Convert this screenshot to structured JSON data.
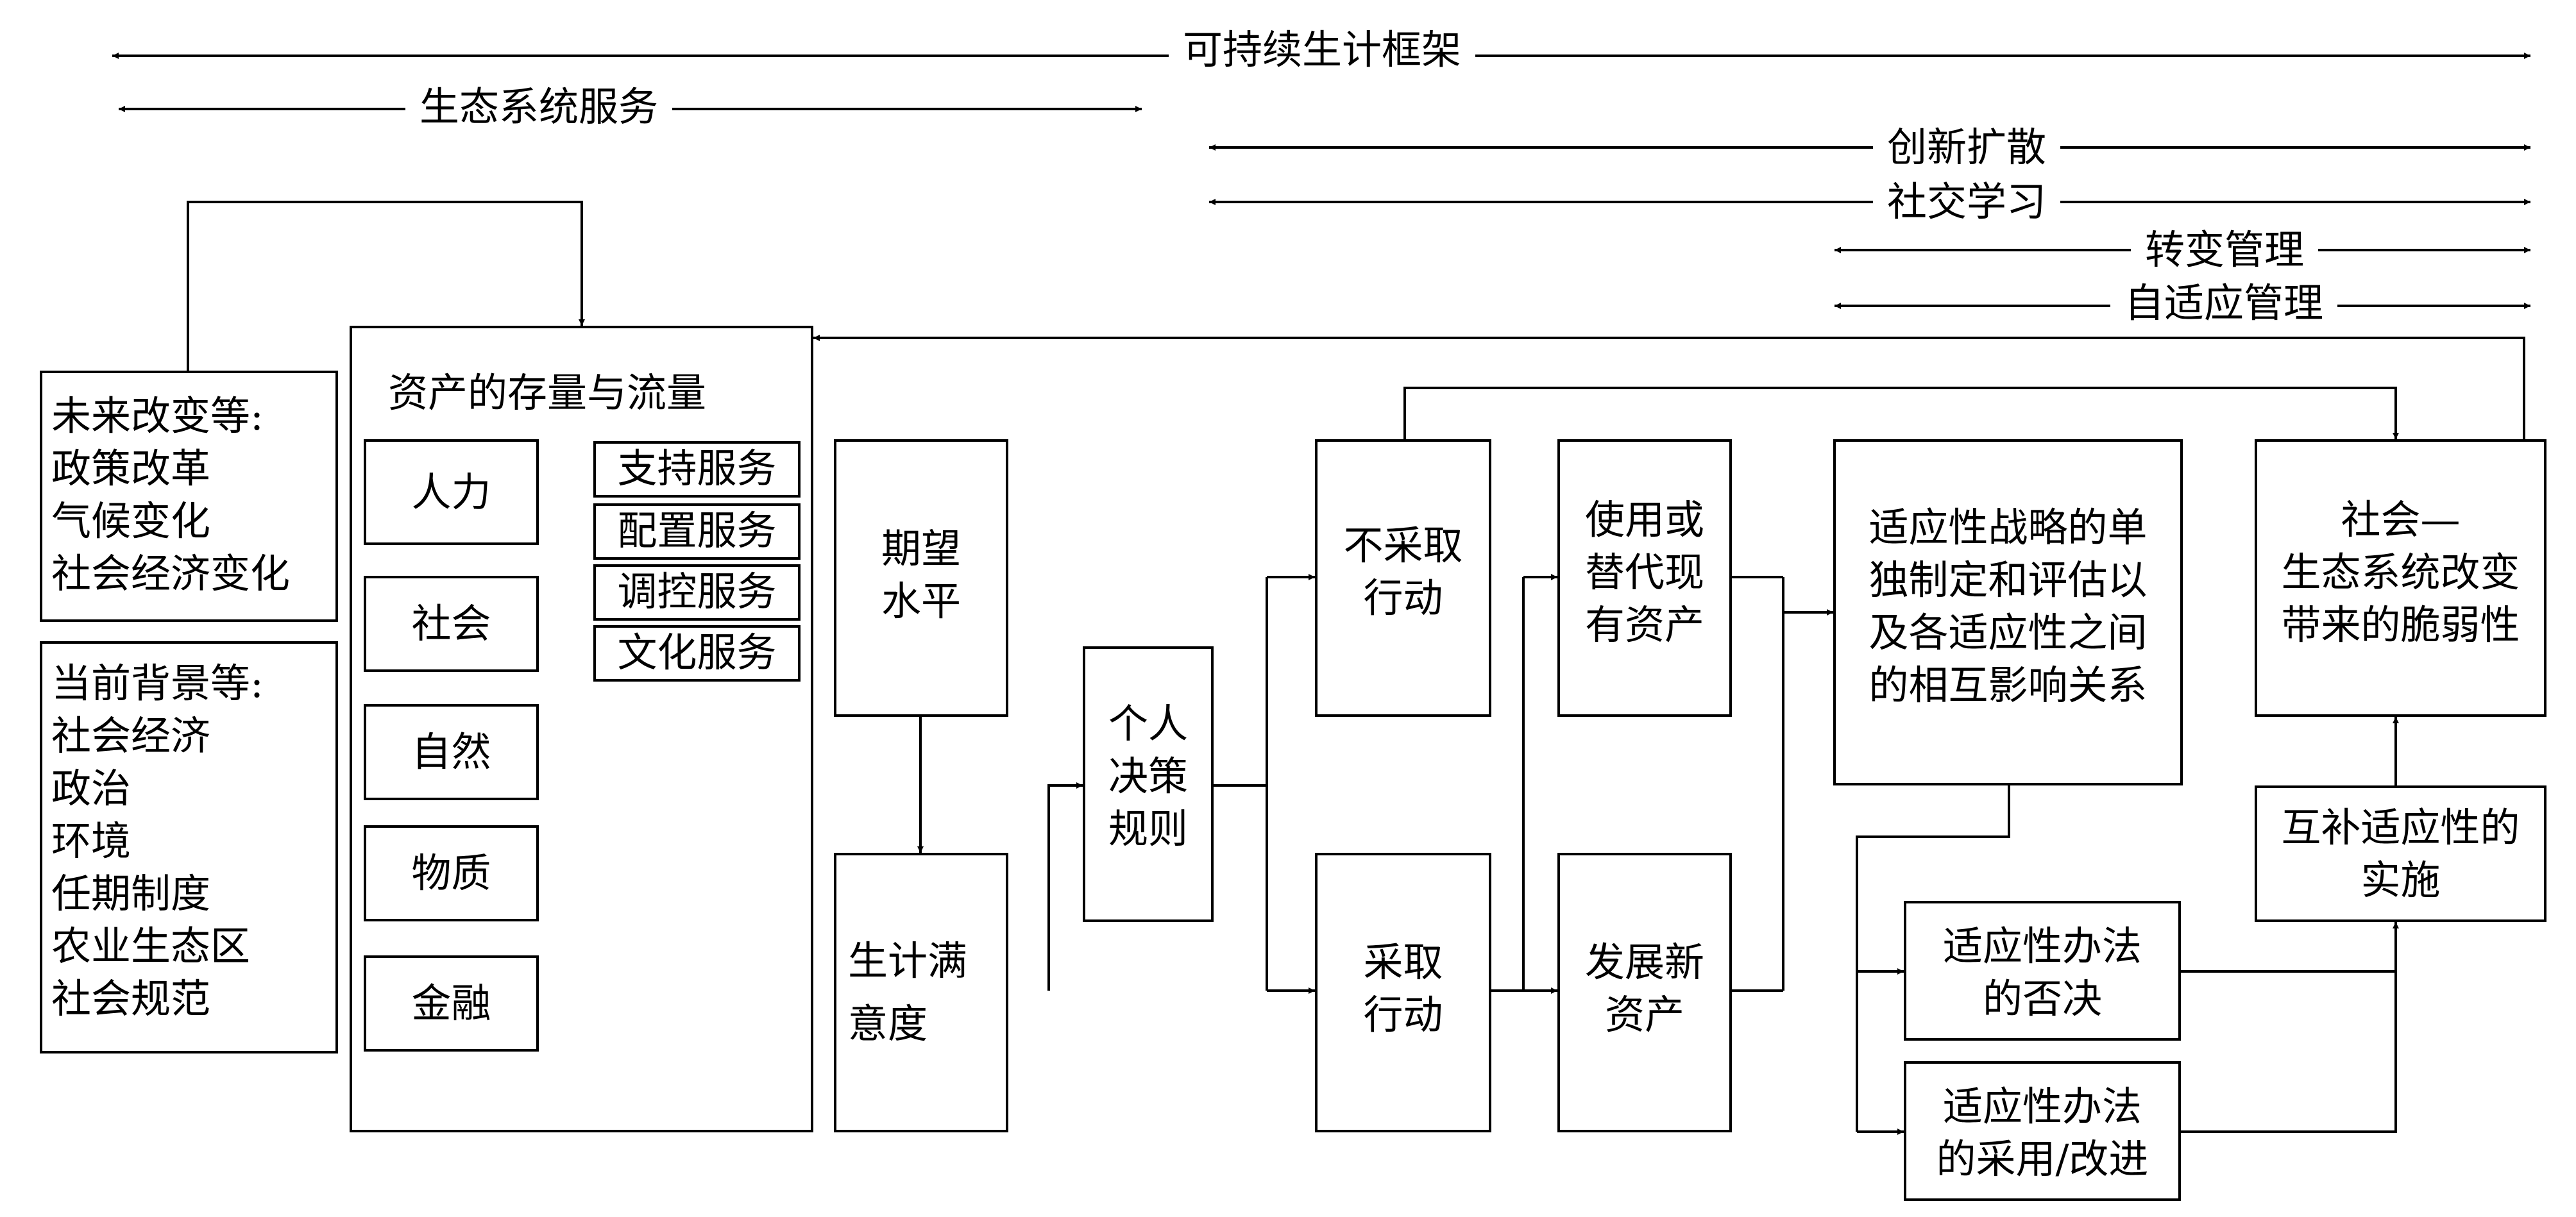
{
  "top_spans": {
    "framework": "可持续生计框架",
    "ecosystem": "生态系统服务",
    "diffusion": "创新扩散",
    "social_learning": "社交学习",
    "transformational": "转变管理",
    "adaptive": "自适应管理"
  },
  "future": {
    "title": "未来改变等:",
    "items": [
      "政策改革",
      "气候变化",
      "社会经济变化"
    ]
  },
  "current": {
    "title": "当前背景等:",
    "items": [
      "社会经济",
      "政治",
      "环境",
      "任期制度",
      "农业生态区",
      "社会规范"
    ]
  },
  "assets": {
    "title": "资产的存量与流量",
    "capitals": [
      "人力",
      "社会",
      "自然",
      "物质",
      "金融"
    ],
    "services": [
      "支持服务",
      "配置服务",
      "调控服务",
      "文化服务"
    ]
  },
  "aspiration": [
    "期望",
    "水平"
  ],
  "satisfaction": [
    "生计满",
    "意度"
  ],
  "decision": [
    "个人",
    "决策",
    "规则"
  ],
  "no_action": [
    "不采取",
    "行动"
  ],
  "action": [
    "采取",
    "行动"
  ],
  "use_assets": [
    "使用或",
    "替代现",
    "有资产"
  ],
  "new_assets": [
    "发展新",
    "资产"
  ],
  "strategy": [
    "适应性战略的单",
    "独制定和评估以",
    "及各适应性之间",
    "的相互影响关系"
  ],
  "reject": [
    "适应性办法",
    "的否决"
  ],
  "adopt": [
    "适应性办法",
    "的采用/改进"
  ],
  "vulnerability": [
    "社会—",
    "生态系统改变",
    "带来的脆弱性"
  ],
  "implement": [
    "互补适应性的",
    "实施"
  ]
}
